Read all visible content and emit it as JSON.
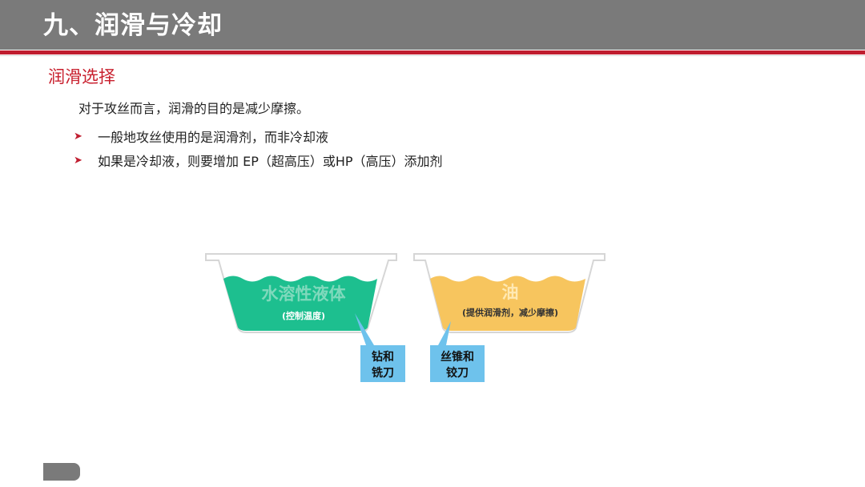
{
  "header": {
    "title": "九、润滑与冷却"
  },
  "section": {
    "title": "润滑选择"
  },
  "intro": "对于攻丝而言，润滑的目的是减少摩擦。",
  "bullets": [
    {
      "text": "一般地攻丝使用的是润滑剂，而非冷却液"
    },
    {
      "text": "如果是冷却液，则要增加 EP（超高压）或HP（高压）添加剂"
    }
  ],
  "diagram": {
    "left_tank": {
      "label": "水溶性液体",
      "sublabel": "(控制温度)",
      "fill": "#1dbf8f",
      "callout": [
        "钻和",
        "铣刀"
      ]
    },
    "right_tank": {
      "label": "油",
      "sublabel": "(提供润滑剂，减少摩擦)",
      "fill": "#f7c55e",
      "callout": [
        "丝锥和",
        "铰刀"
      ]
    },
    "callout_color": "#6ec2ec",
    "accent": "#c01d2f"
  }
}
